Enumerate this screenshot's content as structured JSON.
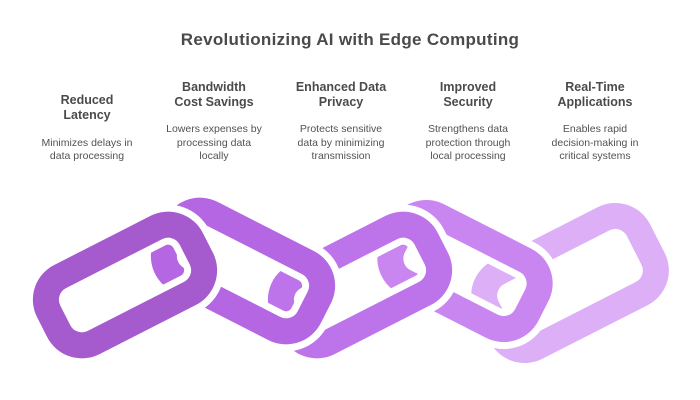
{
  "title": "Revolutionizing AI with Edge Computing",
  "features": [
    {
      "heading": "Reduced\nLatency",
      "description": "Minimizes delays in\ndata processing"
    },
    {
      "heading": "Bandwidth\nCost Savings",
      "description": "Lowers expenses by\nprocessing data\nlocally"
    },
    {
      "heading": "Enhanced Data\nPrivacy",
      "description": "Protects sensitive\ndata by minimizing\ntransmission"
    },
    {
      "heading": "Improved\nSecurity",
      "description": "Strengthens data\nprotection through\nlocal processing"
    },
    {
      "heading": "Real-Time\nApplications",
      "description": "Enables rapid\ndecision-making in\ncritical systems"
    }
  ],
  "colors": {
    "background": "#ffffff",
    "title_text": "#4a4a4a",
    "heading_text": "#4b4b4b",
    "body_text": "#525252"
  },
  "chain": {
    "halo": "#ffffff",
    "links": [
      {
        "name": "chain-link-1",
        "color": "#a55acd"
      },
      {
        "name": "chain-link-2",
        "color": "#b466e3"
      },
      {
        "name": "chain-link-3",
        "color": "#bd73ea"
      },
      {
        "name": "chain-link-4",
        "color": "#ca86f0"
      },
      {
        "name": "chain-link-5",
        "color": "#ddaff7"
      }
    ]
  }
}
